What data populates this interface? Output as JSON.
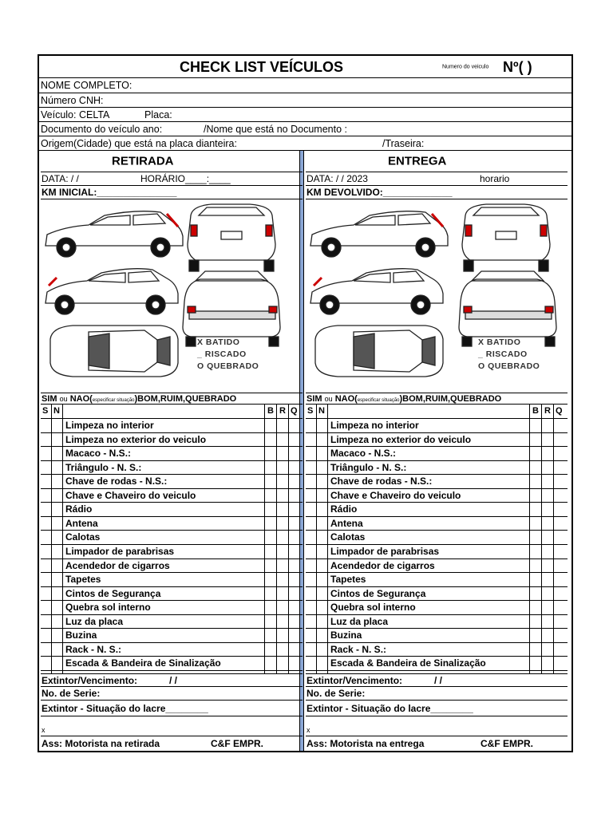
{
  "header": {
    "title": "CHECK LIST VEÍCULOS",
    "numero_label": "Numero do veiculo",
    "numero_value": "Nº(     )"
  },
  "fields": {
    "nome": "NOME COMPLETO:",
    "cnh": "Número CNH:",
    "veiculo": "Veículo: CELTA",
    "placa": "Placa:",
    "documento": "Documento do veículo ano:",
    "nome_documento": "/Nome que está no Documento    :",
    "origem": "Origem(Cidade) que está na placa dianteira:",
    "traseira": "/Traseira:"
  },
  "retirada": {
    "heading": "RETIRADA",
    "data": "DATA:    /     /",
    "horario": "HORÁRIO____:____",
    "km": "KM INICIAL:_______________"
  },
  "entrega": {
    "heading": "ENTREGA",
    "data": "DATA:     /      /  2023",
    "horario": "horario",
    "km": "KM DEVOLVIDO:_____________"
  },
  "legend": [
    "X BATIDO",
    "_  RISCADO",
    "O QUEBRADO"
  ],
  "sim_nao": {
    "prefix": "SIM",
    "ou": "ou",
    "nao": "NAO(",
    "especificar": "especificar situação",
    "suffix": ")BOM,RUIM,QUEBRADO"
  },
  "checklist_headers": {
    "s": "S",
    "n": "N",
    "b": "B",
    "r": "R",
    "q": "Q"
  },
  "items": [
    "Limpeza no interior",
    "Limpeza no exterior do veiculo",
    "Macaco - N.S.:",
    "Triângulo - N. S.:",
    "Chave de rodas - N.S.:",
    "Chave e Chaveiro do veiculo",
    "Rádio",
    "Antena",
    "Calotas",
    "Limpador de parabrisas",
    "Acendedor de cigarros",
    "Tapetes",
    "Cintos de Segurança",
    "Quebra sol interno",
    "Luz da placa",
    "Buzina",
    "Rack - N. S.:",
    "Escada & Bandeira de Sinalização"
  ],
  "footer": {
    "extintor": "Extintor/Vencimento:",
    "extintor_slashes": "/                   /",
    "serie": "No. de Serie:",
    "lacre": "Extintor - Situação do lacre________",
    "x": "x",
    "ass_retirada": "Ass: Motorista na retirada",
    "ass_entrega": "Ass: Motorista na entrega",
    "empresa": "C&F EMPR."
  }
}
